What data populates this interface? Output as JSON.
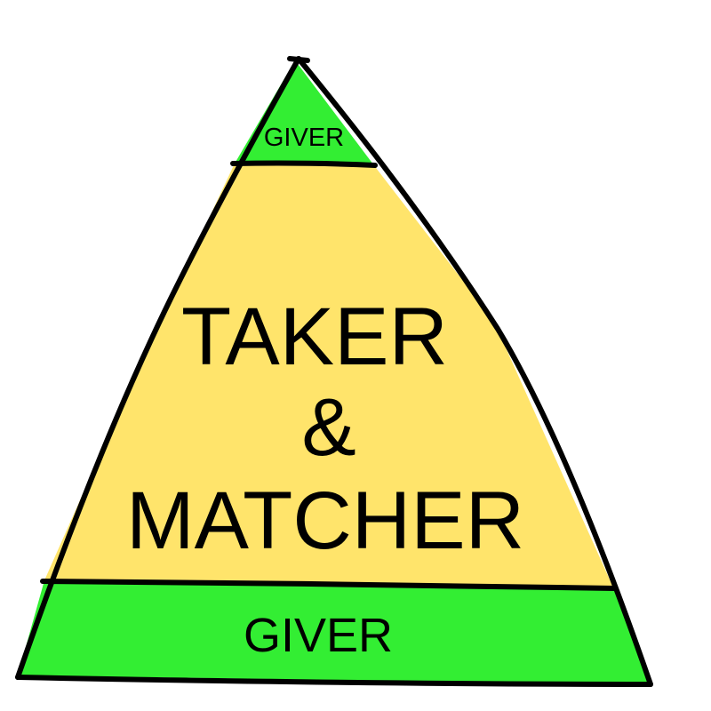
{
  "pyramid": {
    "top_tier": {
      "label": "GIVER",
      "color": "#33ee33"
    },
    "middle_tier": {
      "line1": "TAKER",
      "line2": "&",
      "line3": "MATCHER",
      "color": "#ffe46b"
    },
    "bottom_tier": {
      "label": "GIVER",
      "color": "#33ee33"
    },
    "outline_color": "#000000",
    "background_color": "#ffffff"
  }
}
